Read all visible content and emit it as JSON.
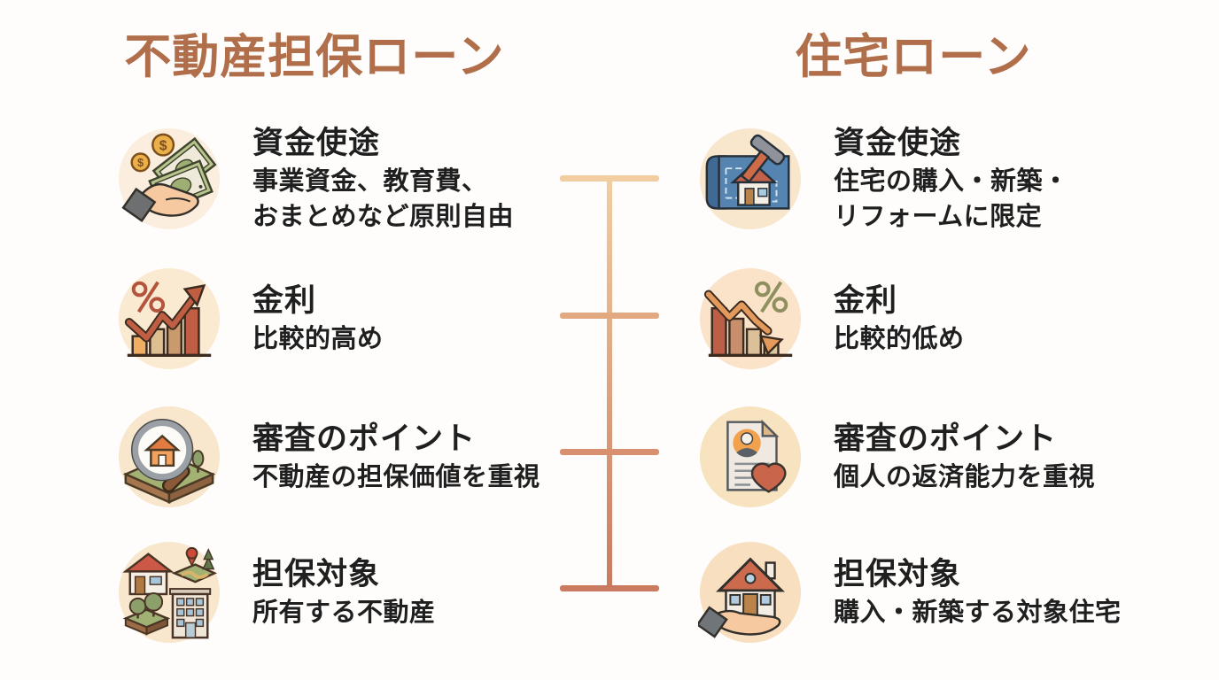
{
  "colors": {
    "background": "#fefdfb",
    "heading": "#b06f4a",
    "text": "#1f1f1f",
    "icon-bg": "#fbeedc",
    "tick1": "#f2cda1",
    "tick2": "#e2a87f",
    "tick3": "#d89070",
    "tick4": "#c97a5f",
    "line-top": "#f2cda1",
    "line-bottom": "#c97a5f"
  },
  "columns": [
    {
      "title": "不動産担保ローン",
      "rows": [
        {
          "icon": "money-hand-icon",
          "title": "資金使途",
          "desc": "事業資金、教育費、\nおまとめなど原則自由"
        },
        {
          "icon": "chart-rising-icon",
          "title": "金利",
          "desc": "比較的高め"
        },
        {
          "icon": "magnifier-land-icon",
          "title": "審査のポイント",
          "desc": "不動産の担保価値を重視"
        },
        {
          "icon": "real-estate-types-icon",
          "title": "担保対象",
          "desc": "所有する不動産"
        }
      ]
    },
    {
      "title": "住宅ローン",
      "rows": [
        {
          "icon": "blueprint-hammer-icon",
          "title": "資金使途",
          "desc": "住宅の購入・新築・\nリフォームに限定"
        },
        {
          "icon": "chart-falling-icon",
          "title": "金利",
          "desc": "比較的低め"
        },
        {
          "icon": "document-heart-icon",
          "title": "審査のポイント",
          "desc": "個人の返済能力を重視"
        },
        {
          "icon": "hand-house-icon",
          "title": "担保対象",
          "desc": "購入・新築する対象住宅"
        }
      ]
    }
  ]
}
